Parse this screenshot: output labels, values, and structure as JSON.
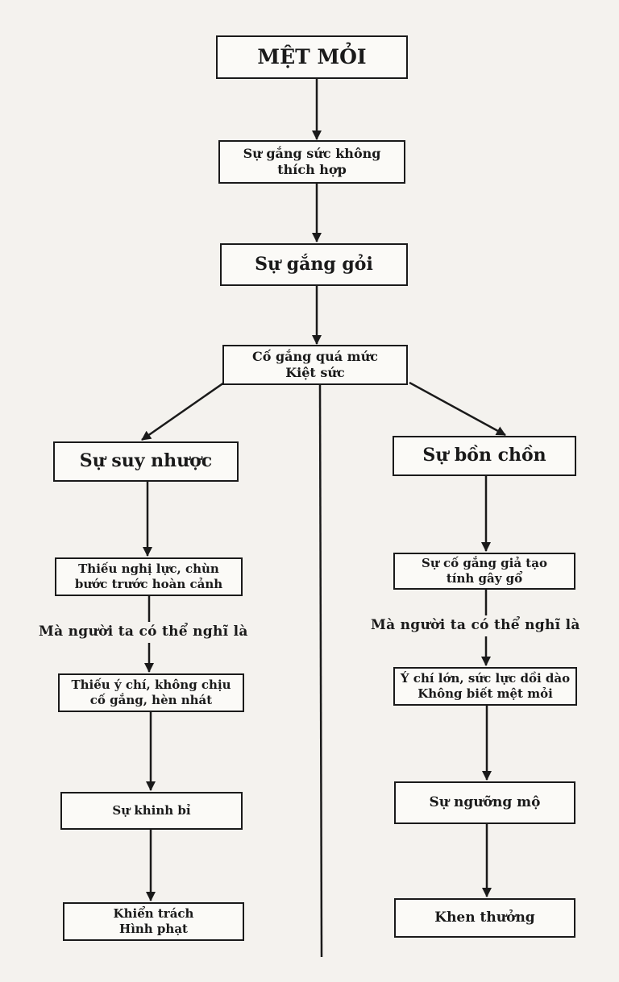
{
  "nodes": {
    "met_moi": "MỆT MỎI",
    "su_gang_suc": "Sự gắng sức không\nthích hợp",
    "su_gang_goi": "Sự gắng gỏi",
    "co_gang_qua_muc": "Cố gắng quá mức\nKiệt sức",
    "su_suy_nhuoc": "Sự suy nhược",
    "thieu_nghi_luc": "Thiếu nghị lực, chùn\nbước trước hoàn cảnh",
    "thieu_y_chi": "Thiếu ý chí, không chịu\ncố gắng, hèn nhát",
    "su_khinh_bi": "Sự khinh bỉ",
    "khien_trach": "Khiển trách\nHình phạt",
    "su_bon_chon": "Sự bồn chồn",
    "su_co_gang_gia_tao": "Sự cố gắng giả tạo\ntính gây gổ",
    "y_chi_lon": "Ý chí lớn, sức lực dồi dào\nKhông biết mệt mỏi",
    "su_nguong_mo": "Sự ngưỡng mộ",
    "khen_thuong": "Khen thưởng"
  },
  "notes": {
    "left": "Mà người ta có thể nghĩ là",
    "right": "Mà người ta có thể nghĩ là"
  }
}
